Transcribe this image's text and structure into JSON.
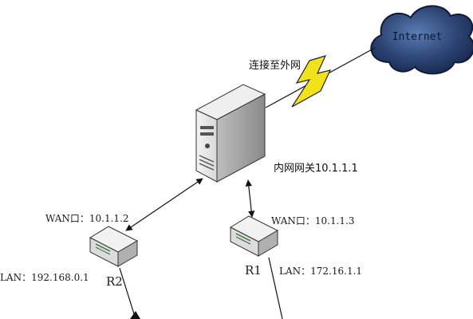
{
  "cloud": {
    "label": "Internet"
  },
  "link": {
    "label": "连接至外网",
    "bolt_color": "#f2e21c"
  },
  "server": {
    "gateway_label": "内网网关10.1.1.1"
  },
  "routers": [
    {
      "id": "R2",
      "wan_label": "WAN口：10.1.1.2",
      "lan_label": "LAN：192.168.0.1"
    },
    {
      "id": "R1",
      "wan_label": "WAN口：10.1.1.3",
      "lan_label": "LAN：172.16.1.1"
    }
  ],
  "colors": {
    "cloud_fill": "#2d4574",
    "line": "#111111"
  }
}
